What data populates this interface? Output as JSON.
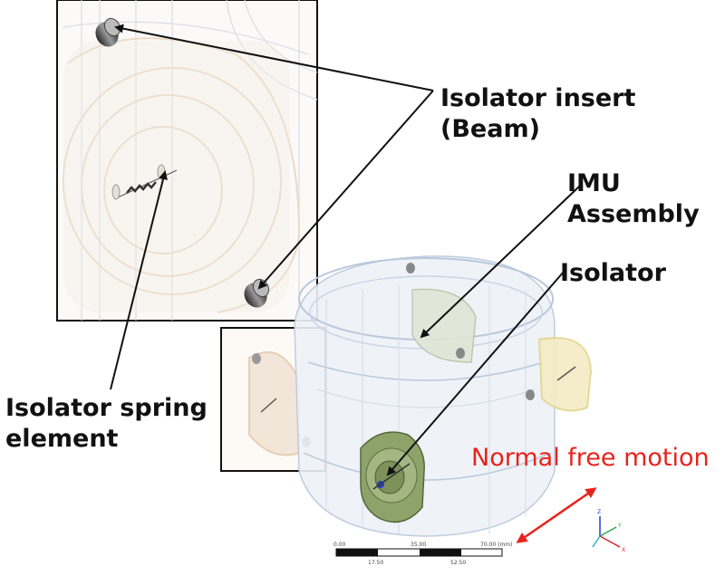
{
  "labels": {
    "isolator_insert": [
      "Isolator insert",
      "(Beam)"
    ],
    "imu_assembly": [
      "IMU",
      "Assembly"
    ],
    "isolator": "Isolator",
    "spring_element": [
      "Isolator spring",
      "element"
    ],
    "normal_free_motion": "Normal free motion"
  },
  "scale_bar": {
    "top_ticks": [
      "0.00",
      "35.00",
      "70.00 (mm)"
    ],
    "bottom_ticks": [
      "17.50",
      "52.50"
    ]
  },
  "triad": {
    "axes": [
      "Z",
      "Y",
      "X"
    ]
  },
  "colors": {
    "annotation_red": "#e8231c",
    "isolator_green": "#8ea36a",
    "housing_blue": "#b9c8dc"
  }
}
